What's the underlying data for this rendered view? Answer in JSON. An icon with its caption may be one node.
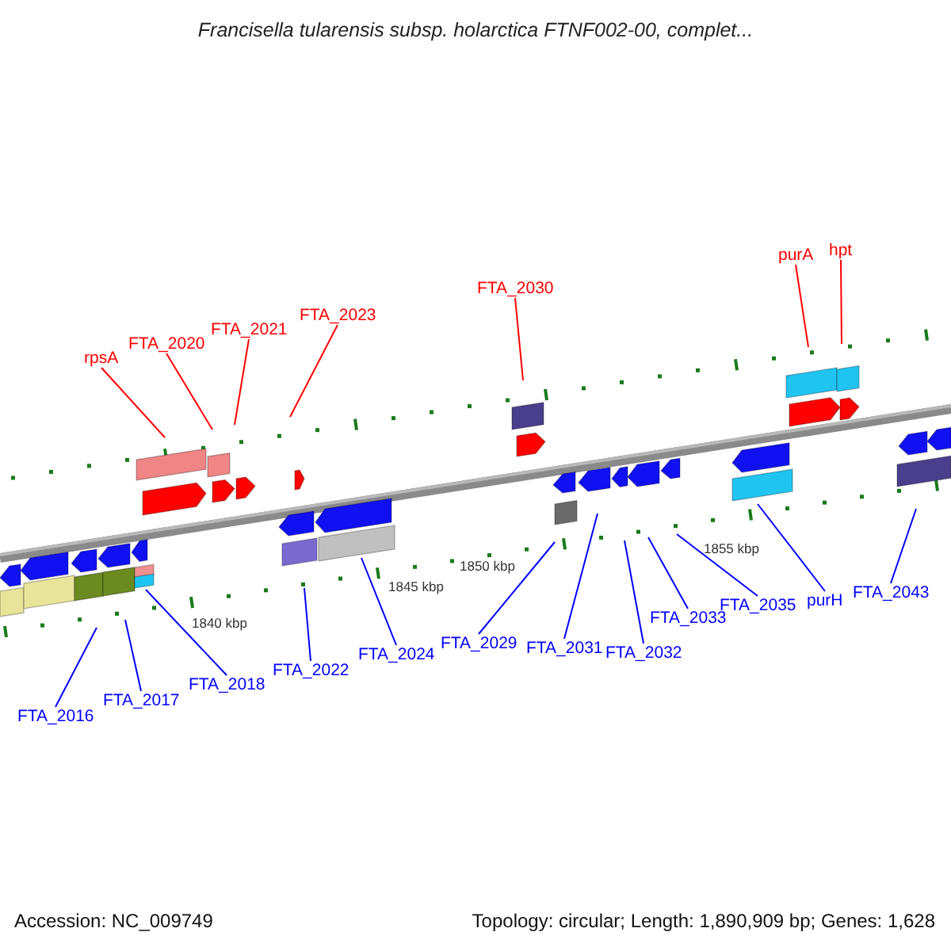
{
  "diagram": {
    "title": "Francisella tularensis subsp. holarctica FTNF002-00, complet...",
    "nodes": [
      {
        "text": [
          "rpsA"
        ]
      },
      {
        "text": [
          "FTA_2020"
        ]
      },
      {
        "text": [
          "FTA_2021"
        ]
      },
      {
        "text": [
          "FTA_2023"
        ]
      },
      {
        "text": [
          "FTA_2030"
        ]
      },
      {
        "text": [
          "purA"
        ]
      },
      {
        "text": [
          "hpt"
        ]
      },
      {
        "text": [
          "FTA_2016"
        ]
      },
      {
        "text": [
          "FTA_2017"
        ]
      },
      {
        "text": [
          "FTA_2018"
        ]
      },
      {
        "text": [
          "FTA_2022"
        ]
      },
      {
        "text": [
          "FTA_2024"
        ]
      },
      {
        "text": [
          "FTA_2029"
        ]
      },
      {
        "text": [
          "FTA_2031"
        ]
      },
      {
        "text": [
          "FTA_2032"
        ]
      },
      {
        "text": [
          "FTA_2033"
        ]
      },
      {
        "text": [
          "FTA_2035"
        ]
      },
      {
        "text": [
          "purH"
        ]
      },
      {
        "text": [
          "FTA_2043"
        ]
      }
    ],
    "edges": [
      {
        "from": 0,
        "to": null,
        "arrow": "none",
        "color": "#ff0000"
      },
      {
        "from": 1,
        "to": null,
        "arrow": "none",
        "color": "#ff0000"
      },
      {
        "from": 2,
        "to": null,
        "arrow": "none",
        "color": "#ff0000"
      },
      {
        "from": 3,
        "to": null,
        "arrow": "none",
        "color": "#ff0000"
      },
      {
        "from": 4,
        "to": null,
        "arrow": "none",
        "color": "#ff0000"
      },
      {
        "from": 5,
        "to": null,
        "arrow": "none",
        "color": "#ff0000"
      },
      {
        "from": 6,
        "to": null,
        "arrow": "none",
        "color": "#ff0000"
      },
      {
        "from": 7,
        "to": null,
        "arrow": "none"
      },
      {
        "from": 8,
        "to": null,
        "arrow": "none"
      },
      {
        "from": 9,
        "to": null,
        "arrow": "none"
      },
      {
        "from": 10,
        "to": null,
        "arrow": "none"
      },
      {
        "from": 11,
        "to": null,
        "arrow": "none"
      },
      {
        "from": 12,
        "to": null,
        "arrow": "none"
      },
      {
        "from": 13,
        "to": null,
        "arrow": "none"
      },
      {
        "from": 14,
        "to": null,
        "arrow": "none"
      },
      {
        "from": 15,
        "to": null,
        "arrow": "none"
      },
      {
        "from": 16,
        "to": null,
        "arrow": "none"
      },
      {
        "from": 17,
        "to": null,
        "arrow": "none"
      },
      {
        "from": 18,
        "to": null,
        "arrow": "none"
      }
    ],
    "labels": [
      "1840 kbp",
      "1845 kbp",
      "1850 kbp",
      "1855 kbp",
      "Accession: NC_009749",
      "Topology: circular; Length: 1,890,909 bp; Genes: 1,628"
    ]
  }
}
